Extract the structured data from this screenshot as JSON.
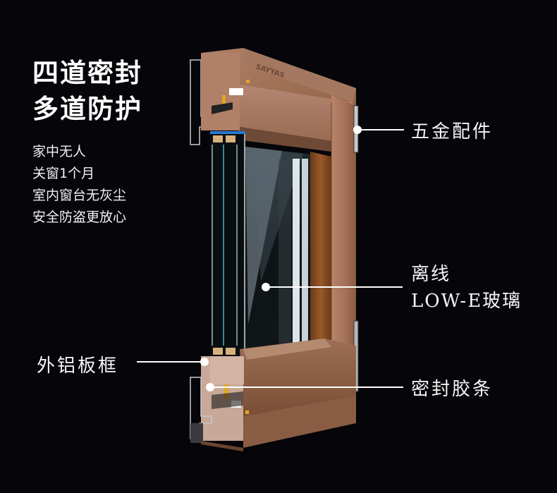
{
  "headline": {
    "line1": "四道密封",
    "line2": "多道防护"
  },
  "body": {
    "lines": [
      "家中无人",
      "关窗1个月",
      "室内窗台无灰尘",
      "安全防盗更放心"
    ]
  },
  "product": {
    "brand_stamp": "SAYYAS",
    "description": "wood-aluminium window frame cross-section with triple glazing"
  },
  "callouts": {
    "hardware": "五金配件",
    "glass_line1": "离线",
    "glass_line2": "LOW-E玻璃",
    "outer_frame": "外铝板框",
    "seal": "密封胶条"
  },
  "colors": {
    "background": "#05050a",
    "wood_light": "#a87a5e",
    "wood_dark": "#7a4a2a",
    "text": "#ffffff"
  }
}
